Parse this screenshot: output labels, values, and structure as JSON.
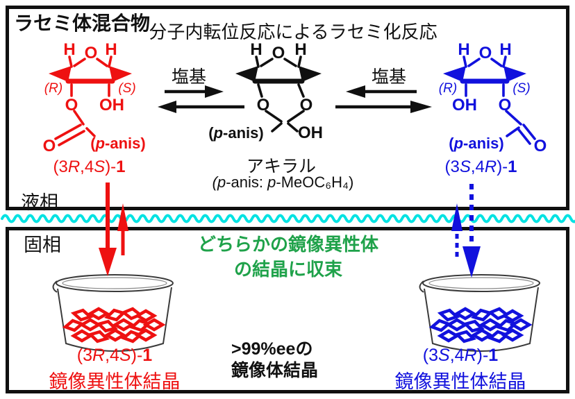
{
  "figure": {
    "racemic_label": "ラセミ体混合物",
    "reaction_title": "分子内転位反応によるラセミ化反応",
    "base_label_left": "塩基",
    "base_label_right": "塩基",
    "liquid_phase": "液相",
    "solid_phase": "固相"
  },
  "colors": {
    "red": "#EE1111",
    "blue": "#1111DD",
    "green": "#1FA24A",
    "cyan_wave": "#00E2E2",
    "black": "#101010"
  },
  "molecules": {
    "red": {
      "h_left": "H",
      "ring_o": "O",
      "h_right": "H",
      "stereo_left": "(R)",
      "stereo_right": "(S)",
      "sub_left": "O",
      "sub_right": "OH",
      "carbonyl_o": "O",
      "aryl": {
        "open": "(",
        "p": "p",
        "rest": "-anis)"
      },
      "label": {
        "p1": "(3",
        "i1": "R",
        "p2": ",4",
        "i2": "S",
        "p3": ")-",
        "b": "1"
      }
    },
    "achiral": {
      "h_left": "H",
      "ring_o": "O",
      "h_right": "H",
      "o_left": "O",
      "o_right": "O",
      "oh": "OH",
      "aryl": {
        "open": "(",
        "p": "p",
        "rest": "-anis)"
      },
      "name": "アキラル",
      "note": {
        "open": "(",
        "p1": "p",
        "mid": "-anis: ",
        "p2": "p",
        "rest": "-MeOC₆H₄)"
      }
    },
    "blue": {
      "h_left": "H",
      "ring_o": "O",
      "h_right": "H",
      "stereo_left": "(R)",
      "stereo_right": "(S)",
      "sub_left": "OH",
      "sub_right": "O",
      "carbonyl_o": "O",
      "aryl": {
        "open": "(",
        "p": "p",
        "rest": "-anis)"
      },
      "label": {
        "p1": "(3",
        "i1": "S",
        "p2": ",4",
        "i2": "R",
        "p3": ")-",
        "b": "1"
      }
    }
  },
  "convergence": {
    "line1": "どちらかの鏡像異性体",
    "line2": "の結晶に収束"
  },
  "beakers": {
    "left": {
      "label": {
        "p1": "(3",
        "i1": "R",
        "p2": ",4",
        "i2": "S",
        "p3": ")-",
        "b": "1"
      },
      "caption": "鏡像異性体結晶"
    },
    "right": {
      "label": {
        "p1": "(3",
        "i1": "S",
        "p2": ",4",
        "i2": "R",
        "p3": ")-",
        "b": "1"
      },
      "caption": "鏡像異性体結晶"
    }
  },
  "ee_note": {
    "line1": ">99%eeの",
    "line2": "鏡像体結晶"
  }
}
